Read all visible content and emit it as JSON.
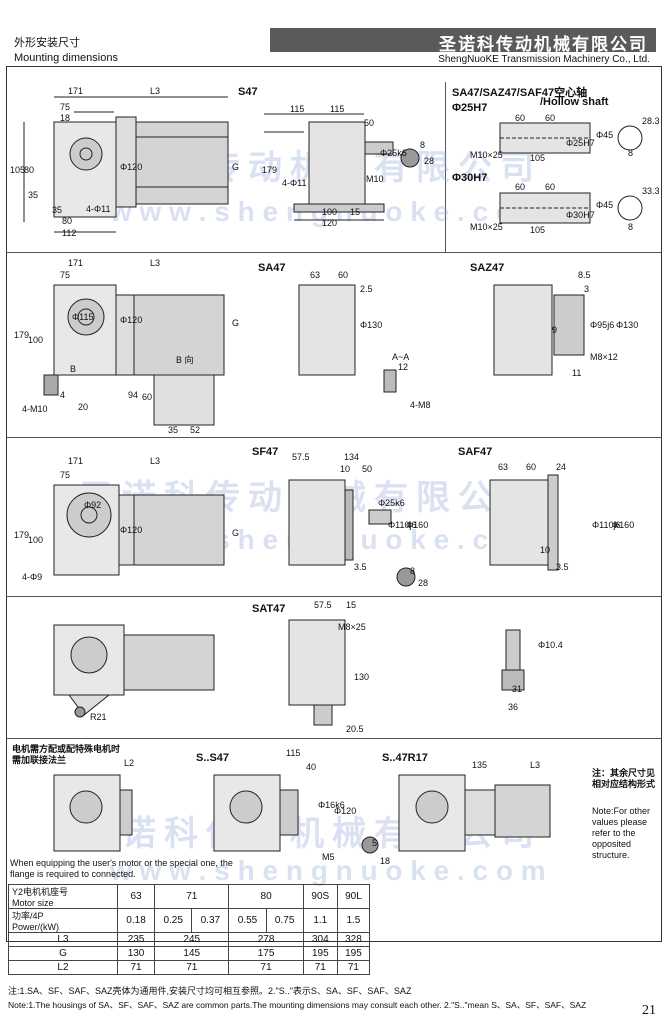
{
  "header": {
    "section_cn": "外形安装尺寸",
    "section_en": "Mounting dimensions",
    "company_cn": "圣诺科传动机械有限公司",
    "company_en": "ShengNuoKE Transmission Machinery Co., Ltd."
  },
  "watermark": {
    "cn": "圣诺科传动机械有限公司",
    "en": "w w w . s h e n g n u o k e . c o m"
  },
  "s47": {
    "title": "S47",
    "dims": [
      "171",
      "L3",
      "75",
      "18",
      "105",
      "80",
      "35",
      "35",
      "80",
      "112",
      "4-Φ11",
      "Φ120",
      "G",
      "115",
      "115",
      "50",
      "Φ25k6",
      "M10",
      "179",
      "100",
      "120",
      "15",
      "4-Φ11",
      "8",
      "28"
    ]
  },
  "hollow": {
    "title": "SA47/SAZ47/SAF47空心轴",
    "subtitle": "/Hollow shaft",
    "d25": "Φ25H7",
    "d30": "Φ30H7",
    "dims25": [
      "60",
      "60",
      "M10×25",
      "105",
      "Φ25H7",
      "Φ45",
      "28.3",
      "8"
    ],
    "dims30": [
      "60",
      "60",
      "M10×25",
      "105",
      "Φ30H7",
      "Φ45",
      "33.3",
      "8"
    ]
  },
  "sa47": {
    "title": "SA47",
    "dims": [
      "171",
      "L3",
      "75",
      "Φ115",
      "Φ120",
      "G",
      "179",
      "100",
      "B",
      "B 向",
      "4-M10",
      "4",
      "20",
      "94",
      "60",
      "35",
      "52",
      "63",
      "60",
      "2.5",
      "Φ130",
      "A~A",
      "12",
      "4-M8"
    ]
  },
  "saz47": {
    "title": "SAZ47",
    "dims": [
      "8.5",
      "3",
      "Φ95j6",
      "Φ130",
      "9",
      "M8×12",
      "11"
    ]
  },
  "sf47": {
    "title": "SF47",
    "dims": [
      "171",
      "L3",
      "75",
      "Φ92",
      "Φ120",
      "G",
      "179",
      "100",
      "4-Φ9",
      "57.5",
      "134",
      "10",
      "50",
      "Φ25k6",
      "Φ110j6",
      "Φ160",
      "3.5",
      "8",
      "28"
    ]
  },
  "saf47": {
    "title": "SAF47",
    "dims": [
      "63",
      "60",
      "24",
      "Φ110j6",
      "Φ160",
      "10",
      "3.5"
    ]
  },
  "sat47": {
    "title": "SAT47",
    "dims": [
      "57.5",
      "15",
      "M8×25",
      "130",
      "20.5",
      "R21",
      "Φ10.4",
      "31",
      "36"
    ]
  },
  "special": {
    "note_cn": "电机需方配或配特殊电机时需加联接法兰",
    "l2": "L2",
    "s_s47": "S..S47",
    "s_47r17": "S..47R17",
    "dims": [
      "115",
      "40",
      "Φ16k6",
      "Φ120",
      "M5",
      "5",
      "18",
      "135",
      "L3"
    ],
    "note_en": "When equipping the user's motor or the special one, the flange is required to connected."
  },
  "side_note": {
    "cn": "注：其余尺寸见相对应结构形式",
    "en": "Note:For other values please refer to the opposited structure."
  },
  "table": {
    "h_cn": "Y2电机机座号",
    "h_en": "Motor size",
    "p_cn": "功率/4P",
    "p_en": "Power/(kW)",
    "sizes": [
      "63",
      "71",
      "80",
      "90S",
      "90L"
    ],
    "power": [
      "0.18",
      "0.25",
      "0.37",
      "0.55",
      "0.75",
      "1.1",
      "1.5"
    ],
    "rows": [
      {
        "name": "L3",
        "values": [
          "235",
          "245",
          "278",
          "304",
          "328"
        ]
      },
      {
        "name": "G",
        "values": [
          "130",
          "145",
          "175",
          "195",
          "195"
        ]
      },
      {
        "name": "L2",
        "values": [
          "71",
          "71",
          "71",
          "71",
          "71"
        ]
      }
    ]
  },
  "notes": {
    "cn": "注:1.SA、SF、SAF、SAZ壳体为通用件,安装尺寸均可相互参照。2.\"S..\"表示S、SA、SF、SAF、SAZ",
    "en": "Note:1.The housings of SA、SF、SAF、SAZ are common parts.The mounting dimensions may consult each other. 2.\"S..\"mean S、SA、SF、SAF、SAZ"
  },
  "page": "21"
}
